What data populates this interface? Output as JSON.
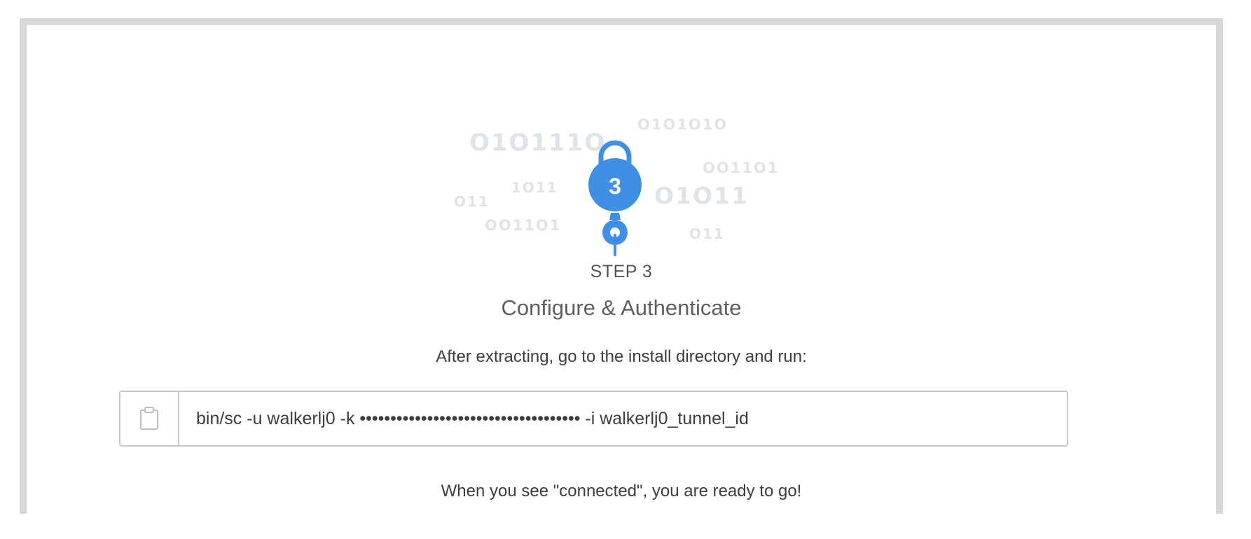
{
  "illustration": {
    "badge_number": "3",
    "binary_strings": [
      "O1O111O",
      "O1O1O1O",
      "OO11O1",
      "1O11",
      "O11",
      "O1O11",
      "OO11O1",
      "O11"
    ],
    "accent_color": "#3f8fe6",
    "binary_color": "#dfe3ea"
  },
  "step": {
    "label": "STEP 3",
    "title": "Configure & Authenticate"
  },
  "instruction": "After extracting, go to the install directory and run:",
  "command": {
    "copy_icon": "clipboard-icon",
    "text": "bin/sc -u walkerlj0 -k •••••••••••••••••••••••••••••••••••• -i walkerlj0_tunnel_id"
  },
  "ready_message": "When you see \"connected\", you are ready to go!"
}
